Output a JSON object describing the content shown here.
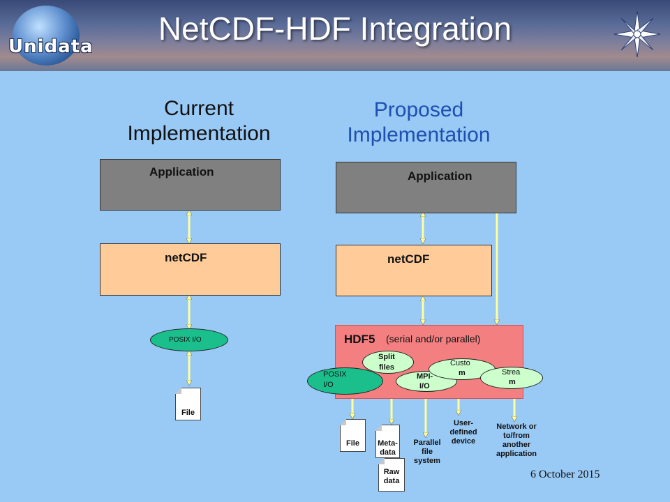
{
  "header": {
    "title": "NetCDF-HDF Integration",
    "logo_text": "Unidata",
    "logo_icon": "globe-icon",
    "emblem_icon": "snowflake-star-icon"
  },
  "current": {
    "heading_line1": "Current",
    "heading_line2": "Implementation",
    "application": "Application",
    "netcdf": "netCDF",
    "posix_io": "POSIX I/O",
    "file": "File"
  },
  "proposed": {
    "heading_line1": "Proposed",
    "heading_line2": "Implementation",
    "application": "Application",
    "netcdf": "netCDF",
    "hdf5": "HDF5",
    "hdf5_note": "(serial and/or parallel)",
    "drivers": {
      "posix": [
        "POSIX",
        "I/O"
      ],
      "split": [
        "Split",
        "files"
      ],
      "mpi": [
        "MPI-",
        "I/O"
      ],
      "custom": [
        "Custo",
        "m"
      ],
      "stream": [
        "Strea",
        "m"
      ]
    },
    "targets": {
      "file": "File",
      "metadata": [
        "Meta-",
        "data"
      ],
      "rawdata": [
        "Raw",
        "data"
      ],
      "parallel_fs": [
        "Parallel",
        "file",
        "system"
      ],
      "user_device": [
        "User-",
        "defined",
        "device"
      ],
      "network": [
        "Network or",
        "to/from",
        "another",
        "application"
      ]
    }
  },
  "footer": {
    "date": "6 October 2015"
  },
  "colors": {
    "background": "#99c9f5",
    "application_box": "#808080",
    "netcdf_box": "#ffcc99",
    "hdf5_box": "#f47f80",
    "posix_ellipse": "#1abf8c",
    "driver_ellipse": "#ccffcc",
    "arrow": "#ffff99",
    "proposed_heading": "#1f4fb0"
  }
}
